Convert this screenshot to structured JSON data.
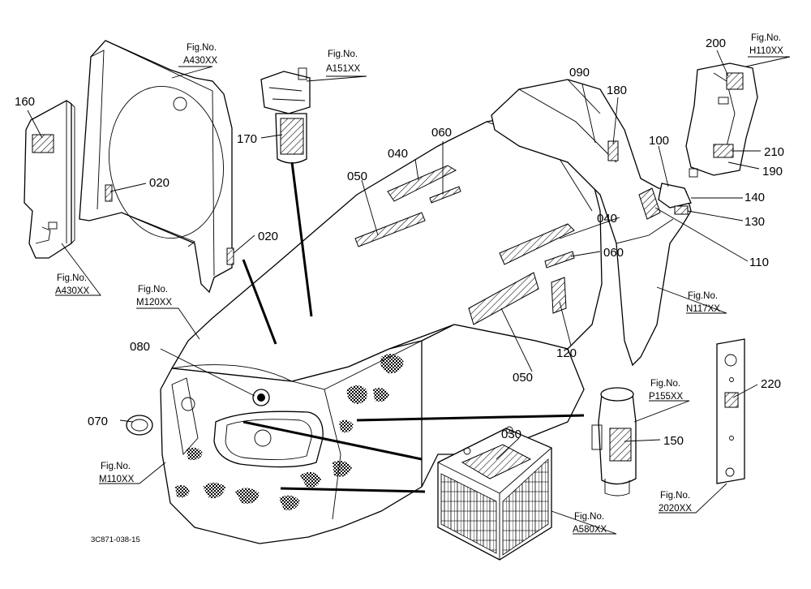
{
  "drawing_code": "3C871-038-15",
  "fig_prefix": "Fig.No.",
  "fig_refs": {
    "a430_top": "A430XX",
    "a151": "A151XX",
    "a430_left": "A430XX",
    "m120": "M120XX",
    "m110": "M110XX",
    "h110": "H110XX",
    "n117": "N117XX",
    "p155": "P155XX",
    "a580": "A580XX",
    "f2020": "2020XX"
  },
  "callouts": {
    "c160": "160",
    "c020a": "020",
    "c020b": "020",
    "c170": "170",
    "c040a": "040",
    "c060a": "060",
    "c050a": "050",
    "c090": "090",
    "c180": "180",
    "c100": "100",
    "c200": "200",
    "c210": "210",
    "c190": "190",
    "c140": "140",
    "c130": "130",
    "c110": "110",
    "c040b": "040",
    "c060b": "060",
    "c050b": "050",
    "c120": "120",
    "c080": "080",
    "c070": "070",
    "c030": "030",
    "c150": "150",
    "c220": "220"
  }
}
